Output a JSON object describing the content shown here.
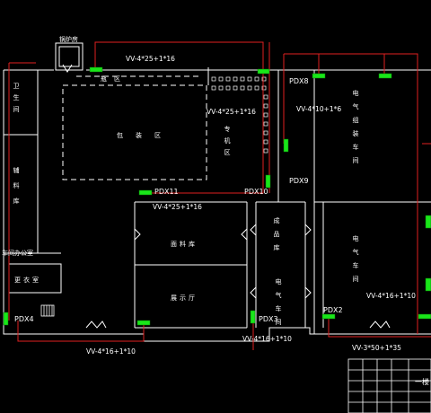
{
  "rooms": {
    "boiler": "锅炉房",
    "washroom": "卫生间",
    "material_store": "辅料库",
    "workshop_office": "车间办公室",
    "changing_room": "更衣室",
    "packing_area": "包装区",
    "bottle_area": "瓶区",
    "dedicated_area": "专机区",
    "fabric_store": "面料库",
    "showroom": "展示厅",
    "finished_store": "成品库",
    "electric_workshop_1": "电气组装车间",
    "electric_workshop_2": "电气车间",
    "electric_workshop_3": "电气车间",
    "title_fragment": "一楼"
  },
  "panels": {
    "pdx2": "PDX2",
    "pdx3": "PDX3",
    "pdx4": "PDX4",
    "pdx8": "PDX8",
    "pdx9": "PDX9",
    "pdx10": "PDX10",
    "pdx11": "PDX11"
  },
  "cables": {
    "c_top": "VV-4*25+1*16",
    "c_mid": "VV-4*25+1*16",
    "c_left": "VV-4*25+1*16",
    "c_pdx9": "VV-4*10+1*6",
    "c_bottom_left": "VV-4*16+1*10",
    "c_bottom_mid": "VV-4*16+1*10",
    "c_right": "VV-4*16+1*10",
    "c_bottom_right": "VV-3*50+1*35"
  },
  "colors": {
    "background": "#000000",
    "wall": "#ffffff",
    "wire": "#e02020",
    "panel": "#19e619"
  }
}
